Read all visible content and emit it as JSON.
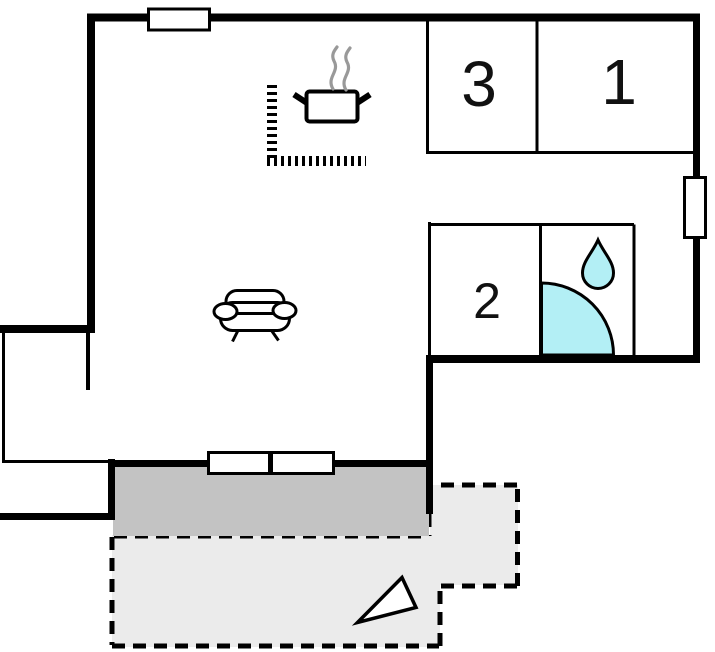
{
  "plan": {
    "title": "apartment-floor-plan",
    "rooms": [
      {
        "id": "room-1",
        "label": "1"
      },
      {
        "id": "room-2",
        "label": "2"
      },
      {
        "id": "room-3",
        "label": "3"
      }
    ],
    "icons": [
      "stove-pot-icon",
      "steam-icon",
      "kitchen-counter-dashes",
      "sofa-icon",
      "water-drop-icon",
      "shower-quarter-circle-icon",
      "direction-arrow-icon"
    ],
    "window_count": 4,
    "colors": {
      "wall": "#000000",
      "terrace": "#c3c3c3",
      "patio": "#ebebeb",
      "water": "#b3eff5",
      "steam": "#999999",
      "window_fill": "#ffffff"
    }
  }
}
